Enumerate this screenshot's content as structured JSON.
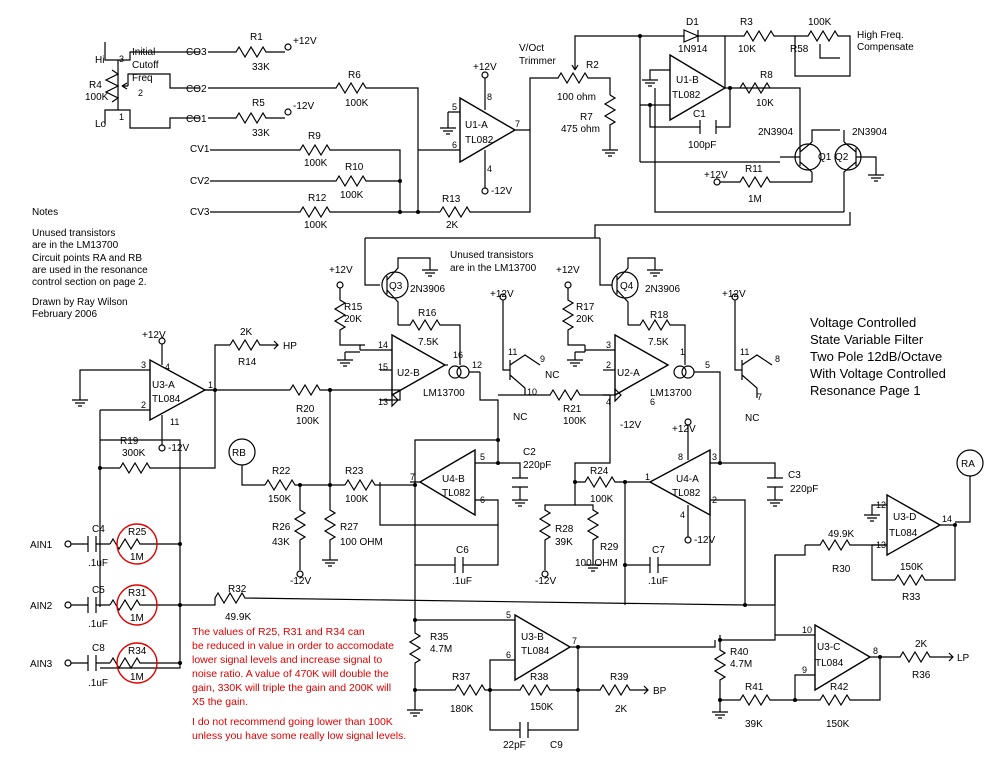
{
  "title": {
    "line1": "Voltage Controlled",
    "line2": "State Variable Filter",
    "line3": "Two Pole 12dB/Octave",
    "line4": "With Voltage Controlled",
    "line5": "Resonance Page 1"
  },
  "labels": {
    "hi": "Hi",
    "lo": "Lo",
    "initial": "Initial",
    "cutoff": "Cutoff",
    "freq": "Freq",
    "co1": "CO1",
    "co2": "CO2",
    "co3": "CO3",
    "cv1": "CV1",
    "cv2": "CV2",
    "cv3": "CV3",
    "voct": "V/Oct",
    "trimmer": "Trimmer",
    "high_freq": "High Freq.",
    "compensate": "Compensate",
    "unused1": "Unused transistors",
    "unused2": "are in the LM13700",
    "nc": "NC",
    "ra": "RA",
    "rb": "RB"
  },
  "notes": {
    "title": "Notes",
    "line1": "Unused transistors",
    "line2": "are in the LM13700",
    "line3": "Circuit points RA and RB",
    "line4": "are used in the resonance",
    "line5": "control section on page 2.",
    "line6": "Drawn by Ray Wilson",
    "line7": "February 2006"
  },
  "supplies": {
    "pos12": "+12V",
    "neg12": "-12V"
  },
  "inputs": {
    "ain1": "AIN1",
    "ain2": "AIN2",
    "ain3": "AIN3"
  },
  "outputs": {
    "hp": "HP",
    "bp": "BP",
    "lp": "LP"
  },
  "pins": {
    "p1": "1",
    "p2": "2",
    "p3": "3",
    "p4": "4",
    "p5": "5",
    "p6": "6",
    "p7": "7",
    "p8": "8",
    "p9": "9",
    "p10": "10",
    "p11": "11",
    "p12": "12",
    "p13": "13",
    "p14": "14",
    "p15": "15",
    "p16": "16"
  },
  "parts": {
    "r1": {
      "name": "R1",
      "value": "33K"
    },
    "r2": {
      "name": "R2",
      "value": "100 ohm"
    },
    "r3": {
      "name": "R3",
      "value": "10K"
    },
    "r4": {
      "name": "R4",
      "value": "100K"
    },
    "r5": {
      "name": "R5",
      "value": "33K"
    },
    "r6": {
      "name": "R6",
      "value": "100K"
    },
    "r7": {
      "name": "R7",
      "value": "475 ohm"
    },
    "r8": {
      "name": "R8",
      "value": "10K"
    },
    "r9": {
      "name": "R9",
      "value": "100K"
    },
    "r10": {
      "name": "R10",
      "value": "100K"
    },
    "r11": {
      "name": "R11",
      "value": "1M"
    },
    "r12": {
      "name": "R12",
      "value": "100K"
    },
    "r13": {
      "name": "R13",
      "value": "2K"
    },
    "r14": {
      "name": "R14",
      "value": "2K"
    },
    "r15": {
      "name": "R15",
      "value": "20K"
    },
    "r16": {
      "name": "R16",
      "value": "7.5K"
    },
    "r17": {
      "name": "R17",
      "value": "20K"
    },
    "r18": {
      "name": "R18",
      "value": "7.5K"
    },
    "r19": {
      "name": "R19",
      "value": "300K"
    },
    "r20": {
      "name": "R20",
      "value": "100K"
    },
    "r21": {
      "name": "R21",
      "value": "100K"
    },
    "r22": {
      "name": "R22",
      "value": "150K"
    },
    "r23": {
      "name": "R23",
      "value": "100K"
    },
    "r24": {
      "name": "R24",
      "value": "100K"
    },
    "r25": {
      "name": "R25",
      "value": "1M"
    },
    "r26": {
      "name": "R26",
      "value": "43K"
    },
    "r27": {
      "name": "R27",
      "value": "100 OHM"
    },
    "r28": {
      "name": "R28",
      "value": "39K"
    },
    "r29": {
      "name": "R29",
      "value": "100 OHM"
    },
    "r30": {
      "name": "R30",
      "value": "49.9K"
    },
    "r31": {
      "name": "R31",
      "value": "1M"
    },
    "r32": {
      "name": "R32",
      "value": "49.9K"
    },
    "r33": {
      "name": "R33",
      "value": "150K"
    },
    "r34": {
      "name": "R34",
      "value": "1M"
    },
    "r35": {
      "name": "R35",
      "value": "4.7M"
    },
    "r36": {
      "name": "R36",
      "value": "2K"
    },
    "r37": {
      "name": "R37",
      "value": "180K"
    },
    "r38": {
      "name": "R38",
      "value": "150K"
    },
    "r39": {
      "name": "R39",
      "value": "2K"
    },
    "r40": {
      "name": "R40",
      "value": "4.7M"
    },
    "r41": {
      "name": "R41",
      "value": "39K"
    },
    "r42": {
      "name": "R42",
      "value": "150K"
    },
    "r58": {
      "name": "R58",
      "value": "100K"
    },
    "c1": {
      "name": "C1",
      "value": "100pF"
    },
    "c2": {
      "name": "C2",
      "value": "220pF"
    },
    "c3": {
      "name": "C3",
      "value": "220pF"
    },
    "c4": {
      "name": "C4",
      "value": ".1uF"
    },
    "c5": {
      "name": "C5",
      "value": ".1uF"
    },
    "c6": {
      "name": "C6",
      "value": ".1uF"
    },
    "c7": {
      "name": "C7",
      "value": ".1uF"
    },
    "c8": {
      "name": "C8",
      "value": ".1uF"
    },
    "c9": {
      "name": "C9",
      "value": "22pF"
    },
    "d1": {
      "name": "D1",
      "value": "1N914"
    },
    "q1": {
      "name": "Q1",
      "type": "2N3904"
    },
    "q2": {
      "name": "Q2",
      "type": "2N3904"
    },
    "q3": {
      "name": "Q3",
      "type": "2N3906"
    },
    "q4": {
      "name": "Q4",
      "type": "2N3906"
    },
    "u1a": {
      "name": "U1-A",
      "type": "TL082"
    },
    "u1b": {
      "name": "U1-B",
      "type": "TL082"
    },
    "u2a": {
      "name": "U2-A",
      "type": "LM13700"
    },
    "u2b": {
      "name": "U2-B",
      "type": "LM13700"
    },
    "u3a": {
      "name": "U3-A",
      "type": "TL084"
    },
    "u3b": {
      "name": "U3-B",
      "type": "TL084"
    },
    "u3c": {
      "name": "U3-C",
      "type": "TL084"
    },
    "u3d": {
      "name": "U3-D",
      "type": "TL084"
    },
    "u4a": {
      "name": "U4-A",
      "type": "TL082"
    },
    "u4b": {
      "name": "U4-B",
      "type": "TL082"
    }
  },
  "red_note": {
    "l1": "The values of R25, R31 and R34 can",
    "l2": "be reduced in value in order to accomodate",
    "l3": "lower signal levels and increase signal to",
    "l4": "noise ratio. A value of 470K will double the",
    "l5": "gain, 330K will triple the gain and 200K will",
    "l6": "X5 the gain.",
    "l7": "I do not recommend going lower than 100K",
    "l8": "unless you have some really low signal levels."
  },
  "colors": {
    "line": "#000000",
    "note": "#e00000",
    "background": "#ffffff"
  }
}
